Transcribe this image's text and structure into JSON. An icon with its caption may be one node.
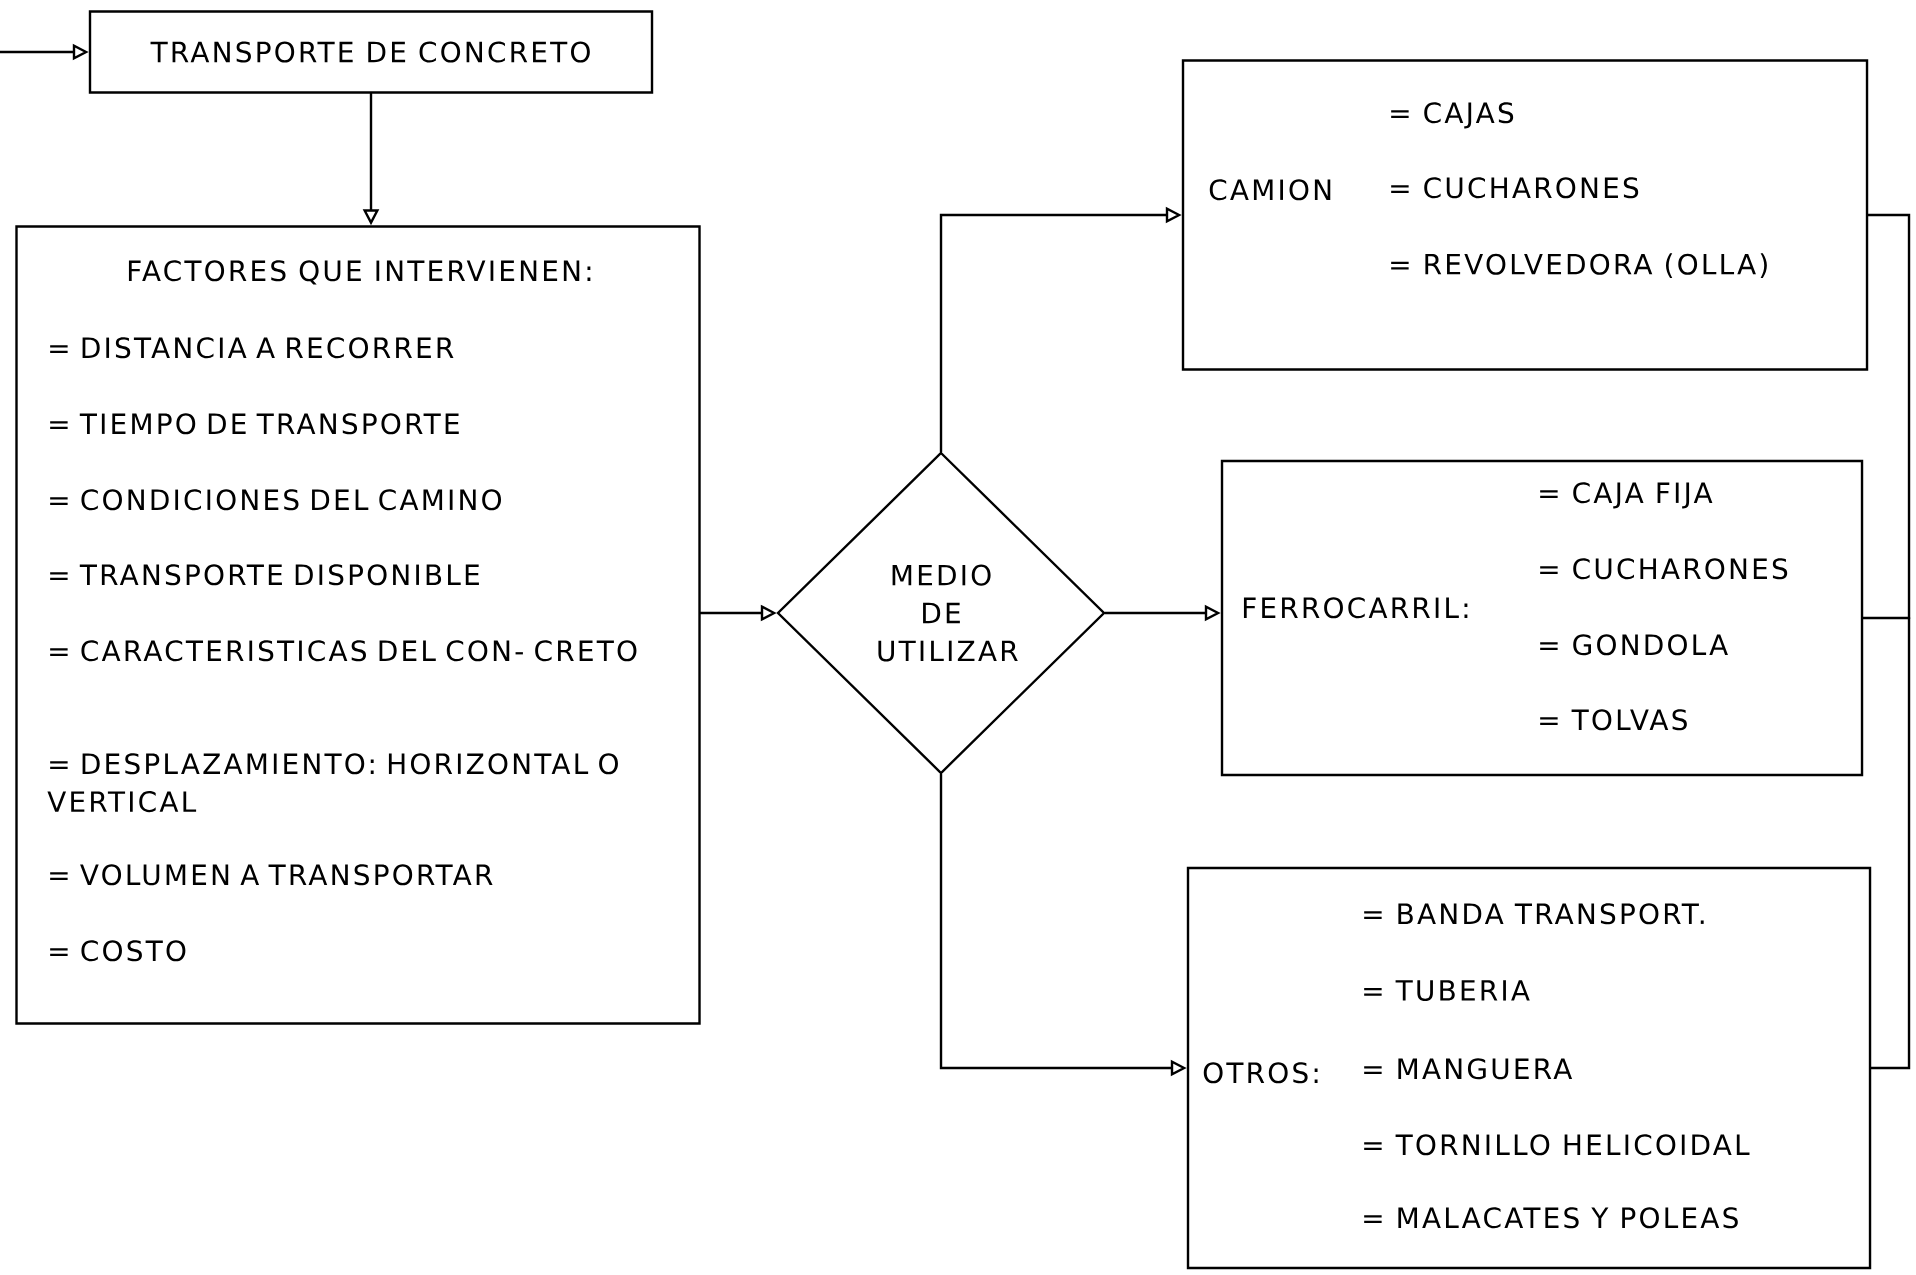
{
  "diagram": {
    "nodes": [
      {
        "text": [
          "TRANSPORTE DE CONCRETO"
        ]
      },
      {
        "text": [
          "FACTORES QUE INTERVIENEN:",
          "= DISTANCIA A RECORRER",
          "= TIEMPO DE TRANSPORTE",
          "= CONDICIONES DEL CAMINO",
          "= TRANSPORTE DISPONIBLE",
          "= CARACTERISTICAS DEL CON- CRETO",
          "= DESPLAZAMIENTO: HORIZONTAL O VERTICAL",
          "= VOLUMEN A TRANSPORTAR",
          "= COSTO"
        ]
      },
      {
        "text": [
          "MEDIO DE UTILIZAR"
        ]
      },
      {
        "text": [
          "CAMION",
          "= CAJAS",
          "= CUCHARONES",
          "= REVOLVEDORA (OLLA)"
        ]
      },
      {
        "text": [
          "FERROCARRIL:",
          "= CAJA FIJA",
          "= CUCHARONES",
          "= GONDOLA",
          "= TOLVAS"
        ]
      },
      {
        "text": [
          "OTROS:",
          "= BANDA TRANSPORT.",
          "= TUBERIA",
          "= MANGUERA",
          "= TORNILLO HELICOIDAL",
          "= MALACATES Y POLEAS"
        ]
      }
    ],
    "edges": [
      {
        "from": null,
        "to": 0,
        "arrow": "to"
      },
      {
        "from": 0,
        "to": 1,
        "arrow": "to"
      },
      {
        "from": 1,
        "to": 2,
        "arrow": "to"
      },
      {
        "from": 2,
        "to": 3,
        "arrow": "to"
      },
      {
        "from": 2,
        "to": 4,
        "arrow": "to"
      },
      {
        "from": 2,
        "to": 5,
        "arrow": "to"
      },
      {
        "from": 3,
        "to": null,
        "arrow": "none"
      },
      {
        "from": 4,
        "to": null,
        "arrow": "none"
      },
      {
        "from": 5,
        "to": null,
        "arrow": "none"
      }
    ]
  }
}
